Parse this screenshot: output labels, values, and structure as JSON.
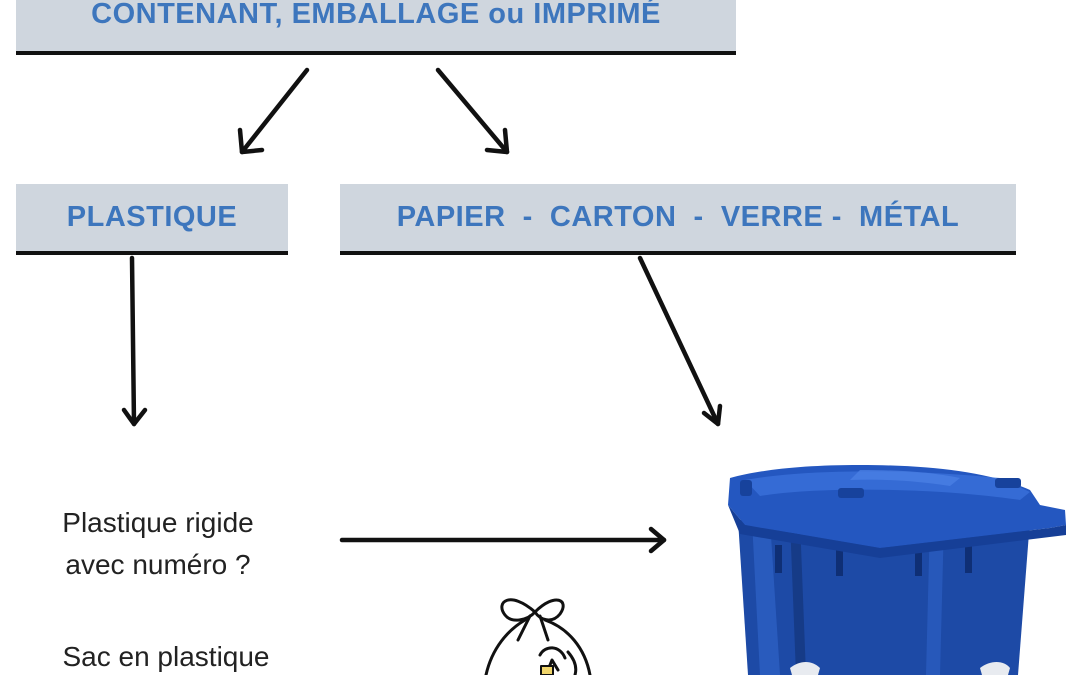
{
  "top_box": {
    "label": "CONTENANT, EMBALLAGE ou IMPRIMÉ"
  },
  "plastique_box": {
    "label": "PLASTIQUE"
  },
  "papier_box": {
    "label": "PAPIER  -  CARTON  -  VERRE -  MÉTAL"
  },
  "question_rigide": {
    "line1": "Plastique rigide",
    "line2": "avec numéro ?"
  },
  "question_sac": {
    "line1": "Sac en plastique"
  },
  "colors": {
    "box_fill": "#cfd6de",
    "label_blue": "#3d76bd",
    "bin_blue": "#1f4fb0",
    "arrow": "#111111"
  },
  "icons": {
    "bin": "blue-recycling-bin-icon",
    "bag": "plastic-bag-icon"
  }
}
